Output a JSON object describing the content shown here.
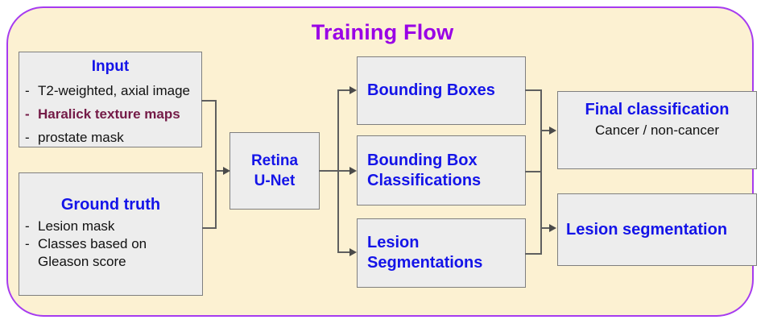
{
  "title": "Training Flow",
  "bullet_dash": "-",
  "nodes": {
    "input": {
      "title": "Input",
      "items": [
        {
          "text": "T2-weighted, axial image"
        },
        {
          "text": "Haralick texture maps"
        },
        {
          "text": "prostate mask"
        }
      ]
    },
    "ground_truth": {
      "title": "Ground truth",
      "items": [
        {
          "text": "Lesion mask"
        },
        {
          "text": "Classes based on Gleason score"
        }
      ]
    },
    "retina_unet": {
      "label": "Retina U-Net"
    },
    "bounding_boxes": {
      "label": "Bounding Boxes"
    },
    "bb_classifications": {
      "label": "Bounding Box Classifications"
    },
    "lesion_segmentations": {
      "label": "Lesion Segmentations"
    },
    "final_classification": {
      "title": "Final classification",
      "subtitle": "Cancer / non-cancer"
    },
    "lesion_segmentation": {
      "label": "Lesion segmentation"
    }
  },
  "colors": {
    "accent_blue": "#1414e8",
    "title_purple": "#9900e6",
    "frame_purple": "#a63bf0",
    "maroon": "#741b47",
    "cream": "#fcf1d2",
    "node_gray": "#ededed",
    "node_border": "#7f7f7f",
    "line_gray": "#5f5f5f"
  }
}
